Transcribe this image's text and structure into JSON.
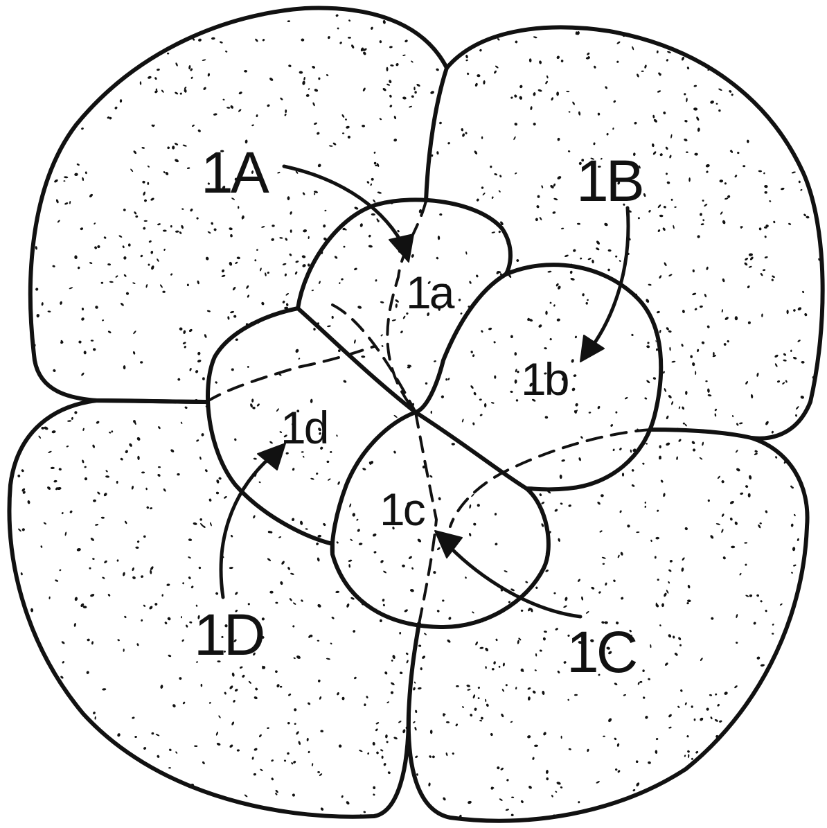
{
  "labels": {
    "macromere_a": "1A",
    "macromere_b": "1B",
    "macromere_c": "1C",
    "macromere_d": "1D",
    "micromere_a": "1a",
    "micromere_b": "1b",
    "micromere_c": "1c",
    "micromere_d": "1d"
  },
  "colors": {
    "ink": "#111111",
    "background": "#ffffff"
  }
}
